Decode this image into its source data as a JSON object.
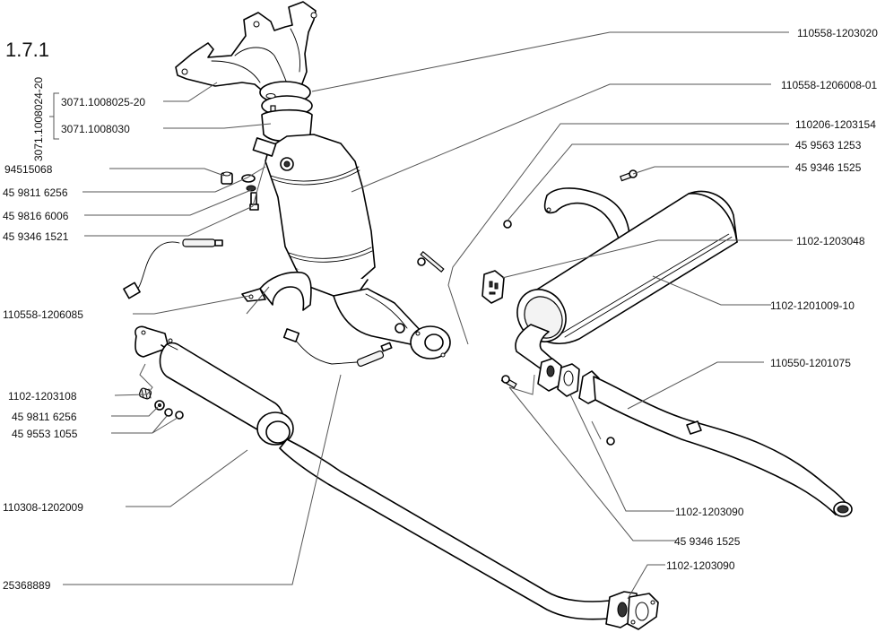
{
  "diagram": {
    "section_number": "1.7.1",
    "assembly_label": "3071.1008024-20",
    "parts": [
      {
        "id": "p1",
        "number": "3071.1008025-20",
        "description": "exhaust manifold"
      },
      {
        "id": "p2",
        "number": "3071.1008030",
        "description": "manifold stud"
      },
      {
        "id": "p3",
        "number": "94515068",
        "description": "nut"
      },
      {
        "id": "p4",
        "number": "45 9811 6256",
        "description": "washer"
      },
      {
        "id": "p5",
        "number": "45 9816 6006",
        "description": "spring washer"
      },
      {
        "id": "p6",
        "number": "45 9346 1521",
        "description": "bolt"
      },
      {
        "id": "p7",
        "number": "110558-1206085",
        "description": "heat shield bracket"
      },
      {
        "id": "p8",
        "number": "1102-1203108",
        "description": "spring"
      },
      {
        "id": "p9",
        "number": "45 9811 6256",
        "description": "washer"
      },
      {
        "id": "p10",
        "number": "45 9553 1055",
        "description": "nut"
      },
      {
        "id": "p11",
        "number": "110308-1202009",
        "description": "front muffler pipe"
      },
      {
        "id": "p12",
        "number": "25368889",
        "description": "oxygen sensor"
      },
      {
        "id": "p13",
        "number": "110558-1203020",
        "description": "gasket"
      },
      {
        "id": "p14",
        "number": "110558-1206008-01",
        "description": "catalytic converter"
      },
      {
        "id": "p15",
        "number": "110206-1203154",
        "description": "bolt"
      },
      {
        "id": "p16",
        "number": "45 9563 1253",
        "description": "nut"
      },
      {
        "id": "p17",
        "number": "45 9346 1525",
        "description": "bolt"
      },
      {
        "id": "p18",
        "number": "1102-1203048",
        "description": "rubber hanger"
      },
      {
        "id": "p19",
        "number": "1102-1201009-10",
        "description": "rear muffler"
      },
      {
        "id": "p20",
        "number": "110550-1201075",
        "description": "intermediate pipe"
      },
      {
        "id": "p21",
        "number": "1102-1203090",
        "description": "gasket"
      },
      {
        "id": "p22",
        "number": "45 9346 1525",
        "description": "bolt"
      },
      {
        "id": "p23",
        "number": "1102-1203090",
        "description": "gasket"
      }
    ]
  }
}
